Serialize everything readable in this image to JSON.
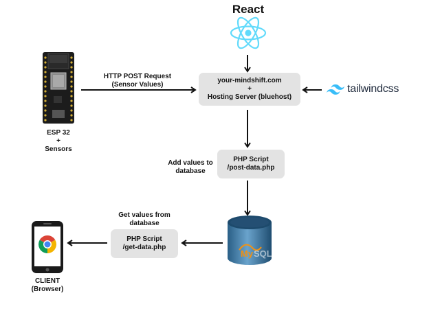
{
  "react": {
    "label": "React"
  },
  "server": {
    "line1": "your-mindshift.com",
    "line2": "+",
    "line3": "Hosting Server (bluehost)"
  },
  "tailwind": {
    "label": "tailwindcss"
  },
  "esp": {
    "line1": "ESP 32",
    "line2": "+",
    "line3": "Sensors"
  },
  "http": {
    "line1": "HTTP POST Request",
    "line2": "(Sensor Values)"
  },
  "post_script": {
    "line1": "PHP Script",
    "line2": "/post-data.php"
  },
  "add_values": {
    "line1": "Add values to",
    "line2": "database"
  },
  "mysql": {
    "logo_text": "MySQL"
  },
  "get_values": {
    "line1": "Get values from",
    "line2": "database"
  },
  "get_script": {
    "line1": "PHP Script",
    "line2": "/get-data.php"
  },
  "client": {
    "line1": "CLIENT",
    "line2": "(Browser)"
  },
  "colors": {
    "react": "#61dafb",
    "tailwind": "#38bdf8",
    "box": "#e3e3e3",
    "mysql_body": "#2f6d96",
    "mysql_logo_orange": "#f29111"
  }
}
